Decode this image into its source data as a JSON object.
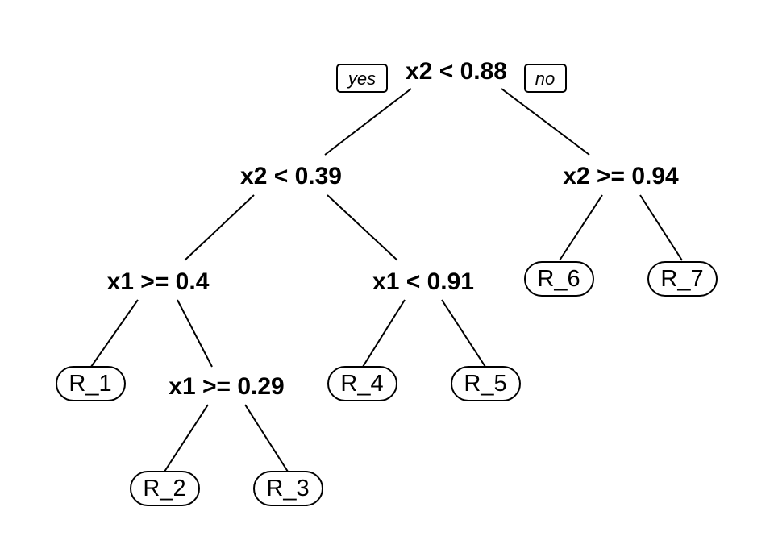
{
  "tree": {
    "branch_labels": {
      "yes": "yes",
      "no": "no"
    },
    "splits": {
      "root": "x2 < 0.88",
      "left": "x2 < 0.39",
      "right": "x2 >= 0.94",
      "left_left": "x1 >= 0.4",
      "left_right": "x1 < 0.91",
      "left_left_right": "x1 >= 0.29"
    },
    "leaves": {
      "r1": "R_1",
      "r2": "R_2",
      "r3": "R_3",
      "r4": "R_4",
      "r5": "R_5",
      "r6": "R_6",
      "r7": "R_7"
    }
  }
}
